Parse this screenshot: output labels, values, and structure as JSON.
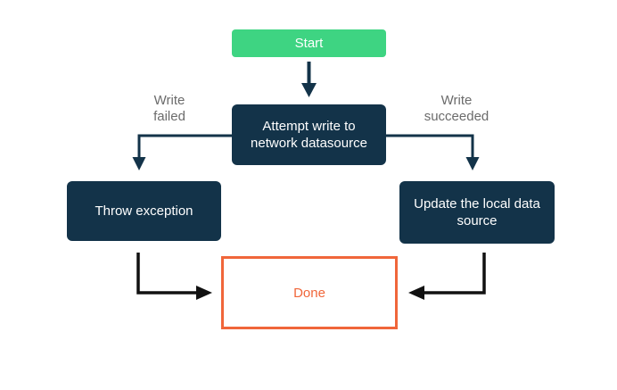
{
  "colors": {
    "canvas_bg": "#ffffff",
    "start_fill": "#3ed482",
    "node_fill": "#133349",
    "node_text": "#ffffff",
    "done_border": "#f0663a",
    "done_text": "#f0663a",
    "edge_label_gray": "#6b6b6b",
    "edge_dark": "#133349",
    "edge_black": "#111111"
  },
  "diagram": {
    "type": "flowchart",
    "nodes": {
      "start": {
        "label": "Start"
      },
      "attempt_write": {
        "label": "Attempt write to\nnetwork datasource"
      },
      "throw_exception": {
        "label": "Throw exception"
      },
      "update_local": {
        "label": "Update the local data\nsource"
      },
      "done": {
        "label": "Done"
      }
    },
    "edges": {
      "failed_label": "Write\nfailed",
      "succeeded_label": "Write\nsucceeded"
    }
  }
}
